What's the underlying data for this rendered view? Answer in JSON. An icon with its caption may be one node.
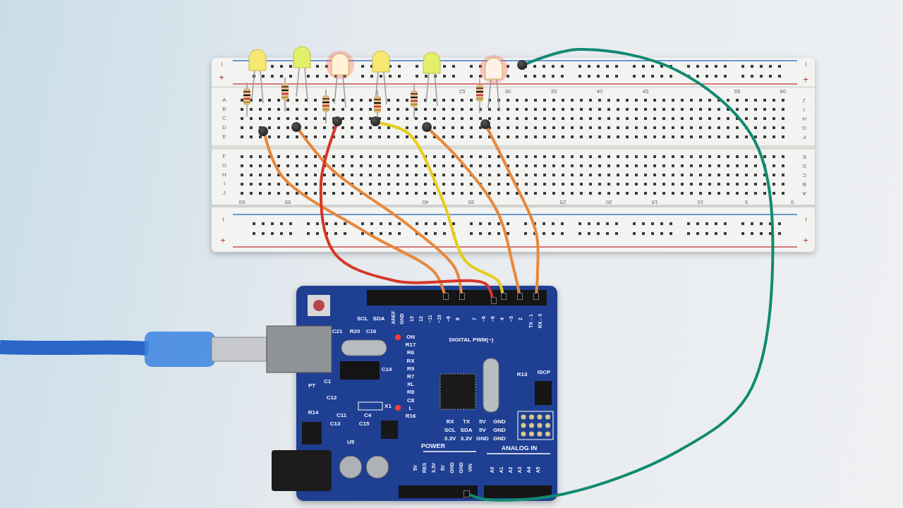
{
  "diagram": {
    "nodes": [
      {
        "text": [],
        "shape": "box"
      },
      {
        "text": [],
        "shape": "circle",
        "in": 0
      },
      {
        "text": [],
        "shape": "circle",
        "in": 0
      },
      {
        "text": [],
        "shape": "circle",
        "in": 0
      },
      {
        "text": [],
        "shape": "circle",
        "in": 0
      },
      {
        "text": [],
        "shape": "circle",
        "in": 0
      },
      {
        "text": [],
        "shape": "circle",
        "in": 0
      },
      {
        "text": [],
        "shape": "circle",
        "in": 0
      },
      {
        "text": [],
        "shape": "box"
      },
      {
        "text": [],
        "shape": "box",
        "in": 8
      },
      {
        "text": [],
        "shape": "box",
        "in": 8
      },
      {
        "text": [],
        "shape": "box",
        "in": 8
      },
      {
        "text": [],
        "shape": "box",
        "in": 8
      },
      {
        "text": [],
        "shape": "box",
        "in": 8
      },
      {
        "text": [],
        "shape": "box",
        "in": 8
      },
      {
        "text": [],
        "shape": "box",
        "in": 8
      }
    ],
    "edges": [
      {
        "from": 1,
        "to": 9,
        "arrow": "none"
      },
      {
        "from": 2,
        "to": 10,
        "arrow": "none"
      },
      {
        "from": 3,
        "to": 11,
        "arrow": "none",
        "color": "#d6372a"
      },
      {
        "from": 4,
        "to": 12,
        "arrow": "none",
        "color": "#e6cc1e"
      },
      {
        "from": 5,
        "to": 13,
        "arrow": "none"
      },
      {
        "from": 6,
        "to": 14,
        "arrow": "none"
      },
      {
        "from": 7,
        "to": 15,
        "arrow": "none",
        "color": "#128a72"
      }
    ],
    "labels": [
      "−",
      "+",
      "−",
      "+",
      "25",
      "30",
      "35",
      "40",
      "45",
      "55",
      "60",
      "A",
      "B",
      "C",
      "D",
      "E",
      "F",
      "G",
      "H",
      "I",
      "J",
      "J",
      "I",
      "H",
      "G",
      "F",
      "E",
      "D",
      "C",
      "B",
      "A",
      "60",
      "55",
      "40",
      "35",
      "25",
      "20",
      "15",
      "10",
      "5",
      "0",
      "−",
      "+",
      "−",
      "+",
      "SCL",
      "SDA",
      "AREF",
      "GND",
      "13",
      "12",
      "~11",
      "~10",
      "~9",
      "8",
      "7",
      "~6",
      "~5",
      "4",
      "~3",
      "2",
      "TX→1",
      "RX←0",
      "DIGITAL PWM(~)",
      "C21",
      "R20",
      "C16",
      "ON",
      "R17",
      "R6",
      "RX",
      "R9",
      "R7",
      "XL",
      "R8",
      "C8",
      "L",
      "R16",
      "C14",
      "C1",
      "PT",
      "C12",
      "X1",
      "R14",
      "C11",
      "C4",
      "C13",
      "C15",
      "U5",
      "R13",
      "ISCP",
      "RX",
      "TX",
      "5V",
      "GND",
      "SCL",
      "SDA",
      "5V",
      "GND",
      "3.3V",
      "3.3V",
      "GND",
      "GND",
      "POWER",
      "ANALOG IN",
      "5V",
      "RES",
      "3.3V",
      "5V",
      "GND",
      "GND",
      "VIN",
      "A0",
      "A1",
      "A2",
      "A3",
      "A4",
      "A5"
    ]
  }
}
